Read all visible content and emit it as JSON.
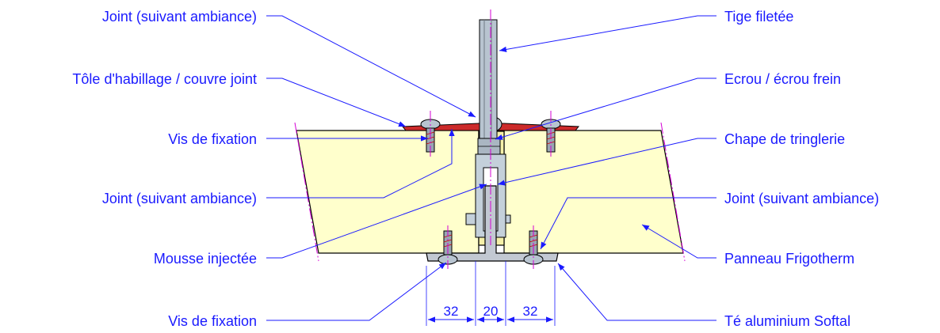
{
  "labels": {
    "left": [
      "Joint (suivant ambiance)",
      "Tôle d'habillage / couvre joint",
      "Vis de fixation",
      "Joint (suivant ambiance)",
      "Mousse injectée",
      "Vis de fixation"
    ],
    "right": [
      "Tige filetée",
      "Ecrou / écrou frein",
      "Chape de tringlerie",
      "Joint (suivant ambiance)",
      "Panneau Frigotherm",
      "Té aluminium Softal"
    ]
  },
  "dimensions": [
    "32",
    "20",
    "32"
  ],
  "colors": {
    "label_text": "#1a1aff",
    "panel_fill": "#ffffcc",
    "cover_sheet": "#cc2a2a",
    "metal": "#b8c4d0",
    "axis": "#d400d4"
  }
}
